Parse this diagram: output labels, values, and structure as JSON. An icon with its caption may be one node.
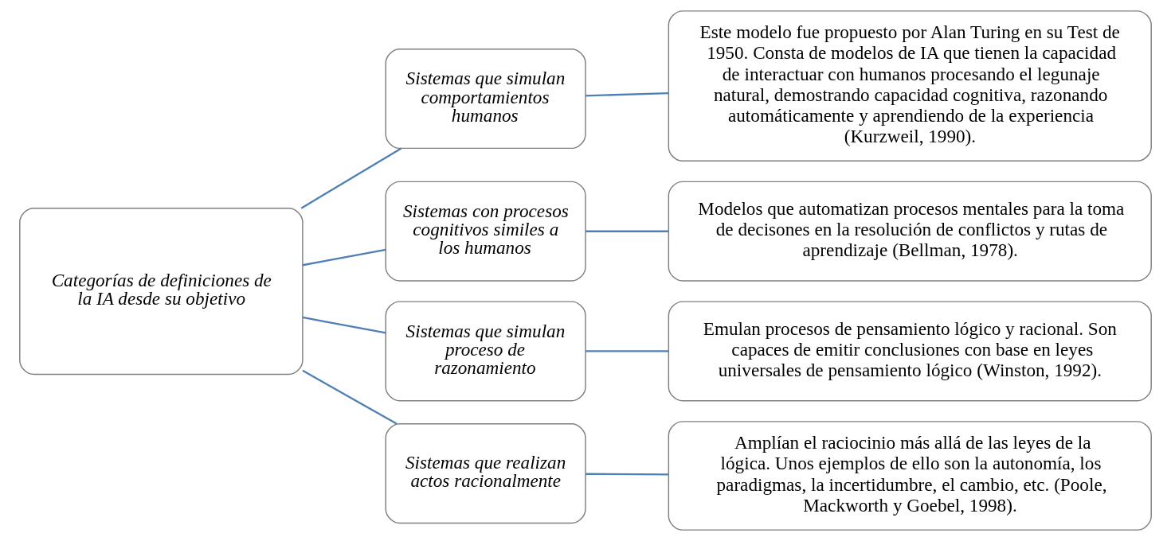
{
  "diagram": {
    "nodes": [
      {
        "text": [
          "Categorías de definiciones de la IA desde su objetivo"
        ]
      },
      {
        "text": [
          "Sistemas que simulan comportamientos humanos"
        ]
      },
      {
        "text": [
          "Sistemas con procesos cognitivos similes a los humanos"
        ]
      },
      {
        "text": [
          "Sistemas que simulan proceso de razonamiento"
        ]
      },
      {
        "text": [
          "Sistemas que realizan actos racionalmente"
        ]
      },
      {
        "text": [
          "Este modelo fue propuesto por Alan Turing en su Test de 1950. Consta de modelos de IA que tienen la capacidad de interactuar con humanos procesando el legunaje natural, demostrando capacidad cognitiva, razonando automáticamente y aprendiendo de la experiencia (Kurzweil, 1990)."
        ]
      },
      {
        "text": [
          "Modelos que automatizan procesos mentales para la toma de decisones en la resolución de conflictos y rutas de aprendizaje (Bellman, 1978)."
        ]
      },
      {
        "text": [
          "Emulan procesos de pensamiento lógico y racional. Son capaces de emitir conclusiones con base en leyes universales de pensamiento lógico (Winston, 1992)."
        ]
      },
      {
        "text": [
          "Amplían el raciocinio más allá de las leyes de la lógica. Unos ejemplos de ello son la autonomía, los paradigmas, la incertidumbre, el cambio, etc. (Poole, Mackworth y Goebel, 1998)."
        ]
      }
    ],
    "edges": [
      {
        "from": 0,
        "to": 1,
        "arrow": "none"
      },
      {
        "from": 0,
        "to": 2,
        "arrow": "none"
      },
      {
        "from": 0,
        "to": 3,
        "arrow": "none"
      },
      {
        "from": 0,
        "to": 4,
        "arrow": "none"
      },
      {
        "from": 1,
        "to": 5,
        "arrow": "none"
      },
      {
        "from": 2,
        "to": 6,
        "arrow": "none"
      },
      {
        "from": 3,
        "to": 7,
        "arrow": "none"
      },
      {
        "from": 4,
        "to": 8,
        "arrow": "none"
      }
    ]
  }
}
